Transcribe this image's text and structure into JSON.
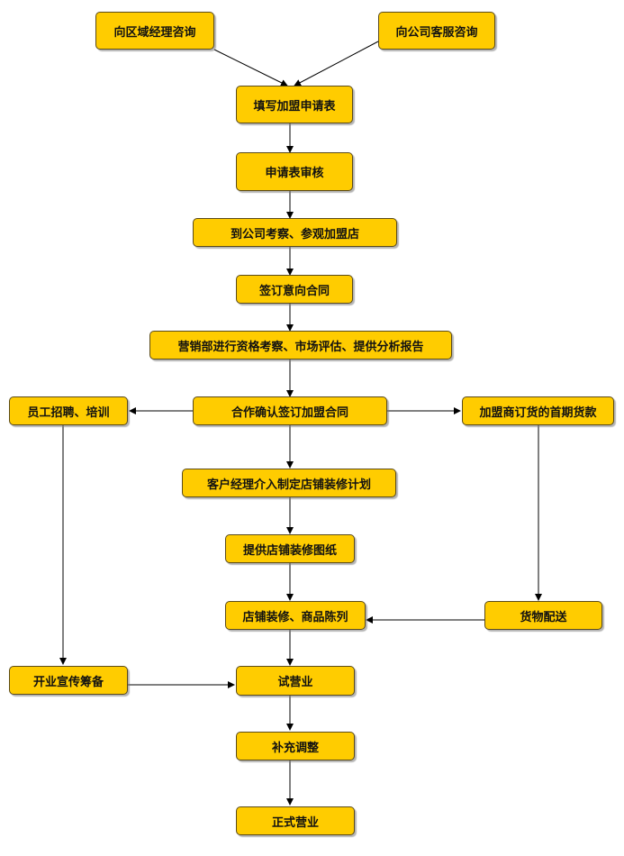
{
  "diagram": {
    "nodes": {
      "consult_region": "向区域经理咨询",
      "consult_service": "向公司客服咨询",
      "fill_form": "填写加盟申请表",
      "review_form": "申请表审核",
      "visit_company": "到公司考察、参观加盟店",
      "sign_intent": "签订意向合同",
      "marketing_assess": "营销部进行资格考察、市场评估、提供分析报告",
      "confirm_contract": "合作确认签订加盟合同",
      "staff_training": "员工招聘、培训",
      "first_payment": "加盟商订货的首期货款",
      "decoration_plan": "客户经理介入制定店铺装修计划",
      "provide_drawings": "提供店铺装修图纸",
      "decoration_display": "店铺装修、商品陈列",
      "delivery": "货物配送",
      "opening_prep": "开业宣传筹备",
      "trial_operation": "试营业",
      "adjustment": "补充调整",
      "official_operation": "正式营业"
    },
    "edges": [
      [
        "consult_region",
        "fill_form"
      ],
      [
        "consult_service",
        "fill_form"
      ],
      [
        "fill_form",
        "review_form"
      ],
      [
        "review_form",
        "visit_company"
      ],
      [
        "visit_company",
        "sign_intent"
      ],
      [
        "sign_intent",
        "marketing_assess"
      ],
      [
        "marketing_assess",
        "confirm_contract"
      ],
      [
        "confirm_contract",
        "staff_training"
      ],
      [
        "confirm_contract",
        "first_payment"
      ],
      [
        "confirm_contract",
        "decoration_plan"
      ],
      [
        "decoration_plan",
        "provide_drawings"
      ],
      [
        "provide_drawings",
        "decoration_display"
      ],
      [
        "first_payment",
        "delivery"
      ],
      [
        "delivery",
        "decoration_display"
      ],
      [
        "staff_training",
        "opening_prep"
      ],
      [
        "opening_prep",
        "trial_operation"
      ],
      [
        "decoration_display",
        "trial_operation"
      ],
      [
        "trial_operation",
        "adjustment"
      ],
      [
        "adjustment",
        "official_operation"
      ]
    ]
  }
}
